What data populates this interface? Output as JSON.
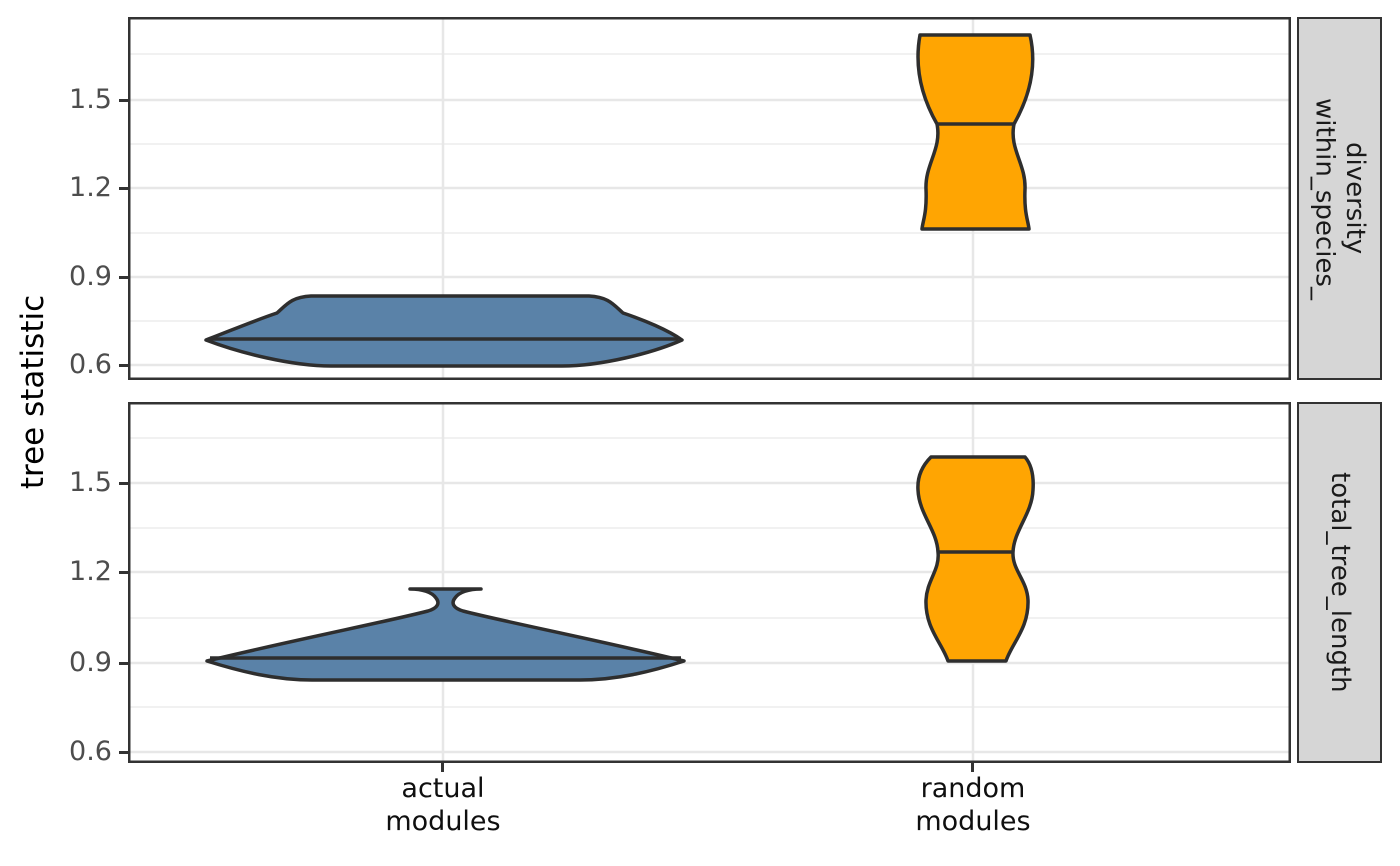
{
  "figure": {
    "kind": "faceted violin plot",
    "background": "#ffffff"
  },
  "axes": {
    "y_title": "tree statistic",
    "y_tick_labels": [
      "1.5",
      "1.2",
      "0.9",
      "0.6"
    ],
    "x_labels": [
      [
        "actual",
        "modules"
      ],
      [
        "random",
        "modules"
      ]
    ]
  },
  "strips": [
    {
      "lines": [
        "within_species_",
        "diversity"
      ],
      "background": "#d6d6d6"
    },
    {
      "lines": [
        "total_tree_length"
      ],
      "background": "#d6d6d6"
    }
  ],
  "colors": {
    "actual_fill": "#5a82a8",
    "random_fill": "#ffa502",
    "outline": "#2e2e2e",
    "panel_border": "#333333",
    "grid_major": "#e7e7e7",
    "grid_minor": "#f1f1f1",
    "strip_bg": "#d6d6d6",
    "tick_text": "#4d4d4d"
  },
  "chart_data": {
    "type": "violin",
    "title": "",
    "xlabel": "",
    "ylabel": "tree statistic",
    "x_categories": [
      "actual modules",
      "random modules"
    ],
    "y_ticks": [
      0.6,
      0.9,
      1.2,
      1.5
    ],
    "ylim": [
      0.52,
      1.78
    ],
    "grid": true,
    "legend_position": "none",
    "facets": [
      {
        "label": "within_species_diversity",
        "strip_lines": [
          "within_species_",
          "diversity"
        ],
        "series": [
          {
            "category": "actual modules",
            "fill": "#5a82a8",
            "median": 0.69,
            "range": [
              0.6,
              0.84
            ],
            "shape": "wide flat violin, pointed lateral tails"
          },
          {
            "category": "random modules",
            "fill": "#ffa502",
            "median": 1.42,
            "range": [
              1.06,
              1.72
            ],
            "shape": "hourglass violin with waist at median"
          }
        ]
      },
      {
        "label": "total_tree_length",
        "strip_lines": [
          "total_tree_length"
        ],
        "series": [
          {
            "category": "actual modules",
            "fill": "#5a82a8",
            "median": 0.91,
            "range": [
              0.84,
              1.14
            ],
            "shape": "wide flat violin with narrow chimney up to 1.14"
          },
          {
            "category": "random modules",
            "fill": "#ffa502",
            "median": 1.27,
            "range": [
              0.9,
              1.59
            ],
            "shape": "double-bulge violin with waist at median"
          }
        ]
      }
    ]
  }
}
